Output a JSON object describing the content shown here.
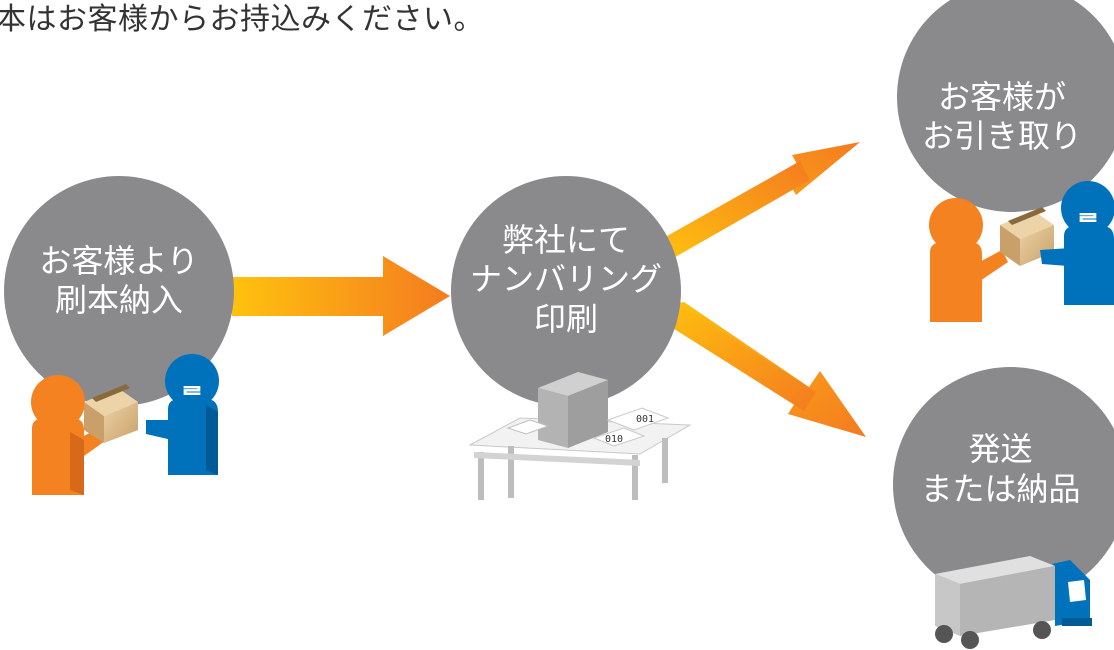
{
  "header": {
    "text": "本はお客様からお持込みください。"
  },
  "nodes": {
    "customer_delivery": {
      "line1": "お客様より",
      "line2": "刷本納入"
    },
    "numbering": {
      "line1": "弊社にて",
      "line2": "ナンバリング",
      "line3": "印刷"
    },
    "customer_pickup": {
      "line1": "お客様が",
      "line2": "お引き取り"
    },
    "shipping": {
      "line1": "発送",
      "line2": "または納品"
    }
  },
  "printout_labels": {
    "label_a": "001",
    "label_b": "010"
  },
  "colors": {
    "circle": "#8a8a8c",
    "arrow_start": "#ffc20e",
    "arrow_end": "#f47b20",
    "person_customer": "#f58220",
    "person_staff": "#0072bc",
    "box": "#d9b98a"
  },
  "icons": {
    "customer": "person-icon",
    "staff": "staff-person-icon",
    "package": "package-box-icon",
    "machine": "numbering-printer-icon",
    "truck": "delivery-truck-icon"
  }
}
